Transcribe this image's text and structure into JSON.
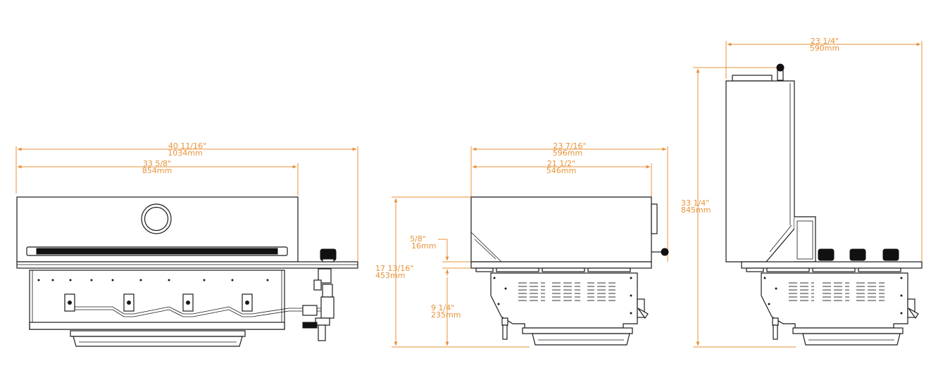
{
  "colors": {
    "dimension": "#e8923a",
    "drawing": "#1a1a1a",
    "background": "#ffffff"
  },
  "front_view": {
    "overall_width": {
      "imperial": "40 11/16\"",
      "metric": "1034mm"
    },
    "hood_width": {
      "imperial": "33 5/8\"",
      "metric": "854mm"
    }
  },
  "side_view": {
    "overall_depth": {
      "imperial": "23 7/16\"",
      "metric": "596mm"
    },
    "hood_depth": {
      "imperial": "21 1/2\"",
      "metric": "546mm"
    },
    "overall_height": {
      "imperial": "17 13/16\"",
      "metric": "453mm"
    },
    "lip_height": {
      "imperial": "5/8\"",
      "metric": "16mm"
    },
    "body_height": {
      "imperial": "9 1/4\"",
      "metric": "235mm"
    }
  },
  "open_view": {
    "open_depth": {
      "imperial": "23 1/4\"",
      "metric": "590mm"
    },
    "open_height": {
      "imperial": "33 1/4\"",
      "metric": "845mm"
    }
  }
}
